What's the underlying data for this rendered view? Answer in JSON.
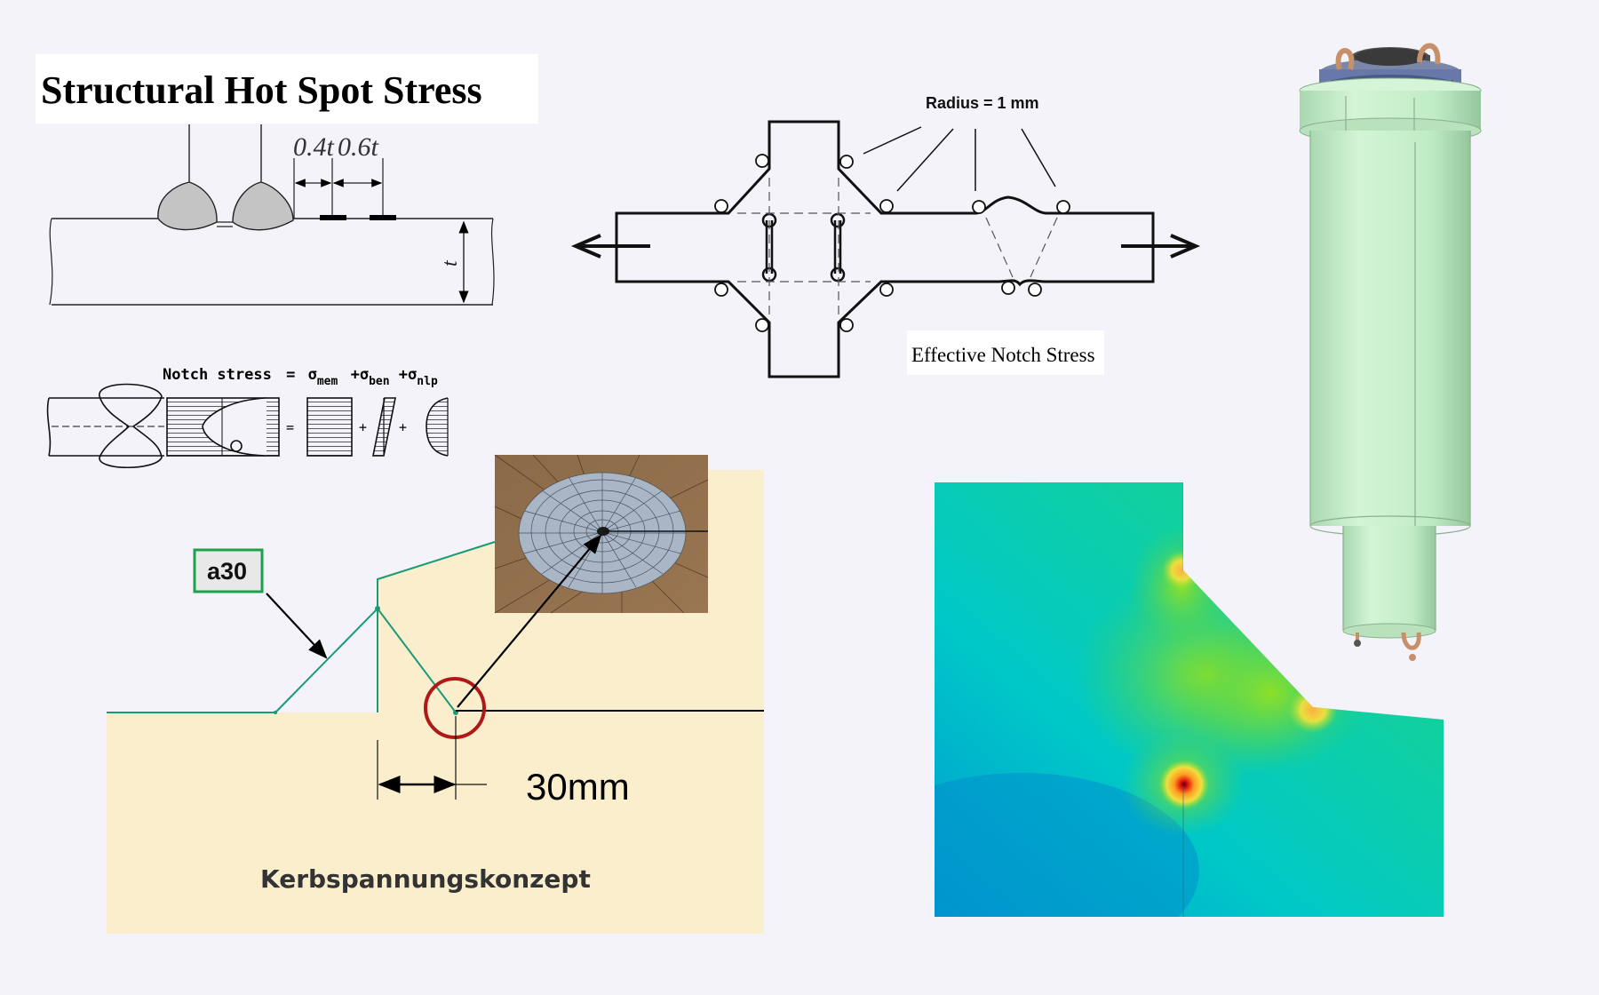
{
  "hot_spot": {
    "title": "Structural Hot Spot Stress",
    "dim_04": "0.4t",
    "dim_06": "0.6t",
    "thickness": "t"
  },
  "notch_formula": {
    "prefix": "Notch  stress",
    "eq": "=",
    "sigma": "σ",
    "mem": "mem",
    "ben": "ben",
    "nlp": "nlp",
    "plus": "+"
  },
  "effective_notch": {
    "radius_label": "Radius = 1 mm",
    "caption": "Effective Notch Stress"
  },
  "kerb": {
    "weld_tag": "a30",
    "dimension": "30mm",
    "caption": "Kerbspannungskonzept"
  },
  "colors": {
    "kerb_bg": "#faeecd",
    "weld_line": "#1a9a78",
    "tag_border": "#1ca34a",
    "circle": "#b01818",
    "column_green": "#c7edcb"
  }
}
